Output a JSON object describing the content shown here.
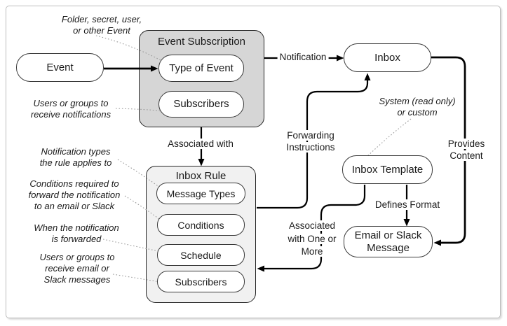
{
  "theme": {
    "canvas-bg": "#ffffff",
    "frame-border": "#bdbdbd",
    "container-dark-bg": "#d6d6d6",
    "container-light-bg": "#f1f1f1",
    "shape-border": "#3a3a3a",
    "container-border": "#262626",
    "text": "#1a1a1a",
    "arrow": "#000000",
    "leader": "#9b9b9b"
  },
  "nodes": {
    "event": {
      "label": "Event"
    },
    "event_subscription": {
      "title": "Event Subscription",
      "items": [
        {
          "label": "Type of Event"
        },
        {
          "label": "Subscribers"
        }
      ]
    },
    "inbox": {
      "label": "Inbox"
    },
    "inbox_rule": {
      "title": "Inbox Rule",
      "items": [
        {
          "label": "Message Types"
        },
        {
          "label": "Conditions"
        },
        {
          "label": "Schedule"
        },
        {
          "label": "Subscribers"
        }
      ]
    },
    "inbox_template": {
      "label": "Inbox Template"
    },
    "email_or_slack_message": {
      "lines": [
        "Email or Slack",
        "Message"
      ]
    }
  },
  "edge_labels": {
    "notification": "Notification",
    "forwarding_instructions": [
      "Forwarding",
      "Instructions"
    ],
    "provides_content": [
      "Provides",
      "Content"
    ],
    "associated_with": "Associated with",
    "associated_with_one_or_more": [
      "Associated",
      "with One or",
      "More"
    ],
    "defines_format": "Defines Format"
  },
  "annotations": {
    "event_type": [
      "Folder, secret, user,",
      "or other Event"
    ],
    "subscribers_top": [
      "Users or groups to",
      "receive notifications"
    ],
    "message_types": [
      "Notification types",
      "the rule applies to"
    ],
    "conditions": [
      "Conditions required to",
      "forward the notification",
      "to an email or Slack"
    ],
    "schedule": [
      "When the notification",
      "is forwarded"
    ],
    "subscribers_bottom": [
      "Users or groups to",
      "receive email or",
      "Slack messages"
    ],
    "inbox_template": [
      "System (read only)",
      "or custom"
    ]
  }
}
